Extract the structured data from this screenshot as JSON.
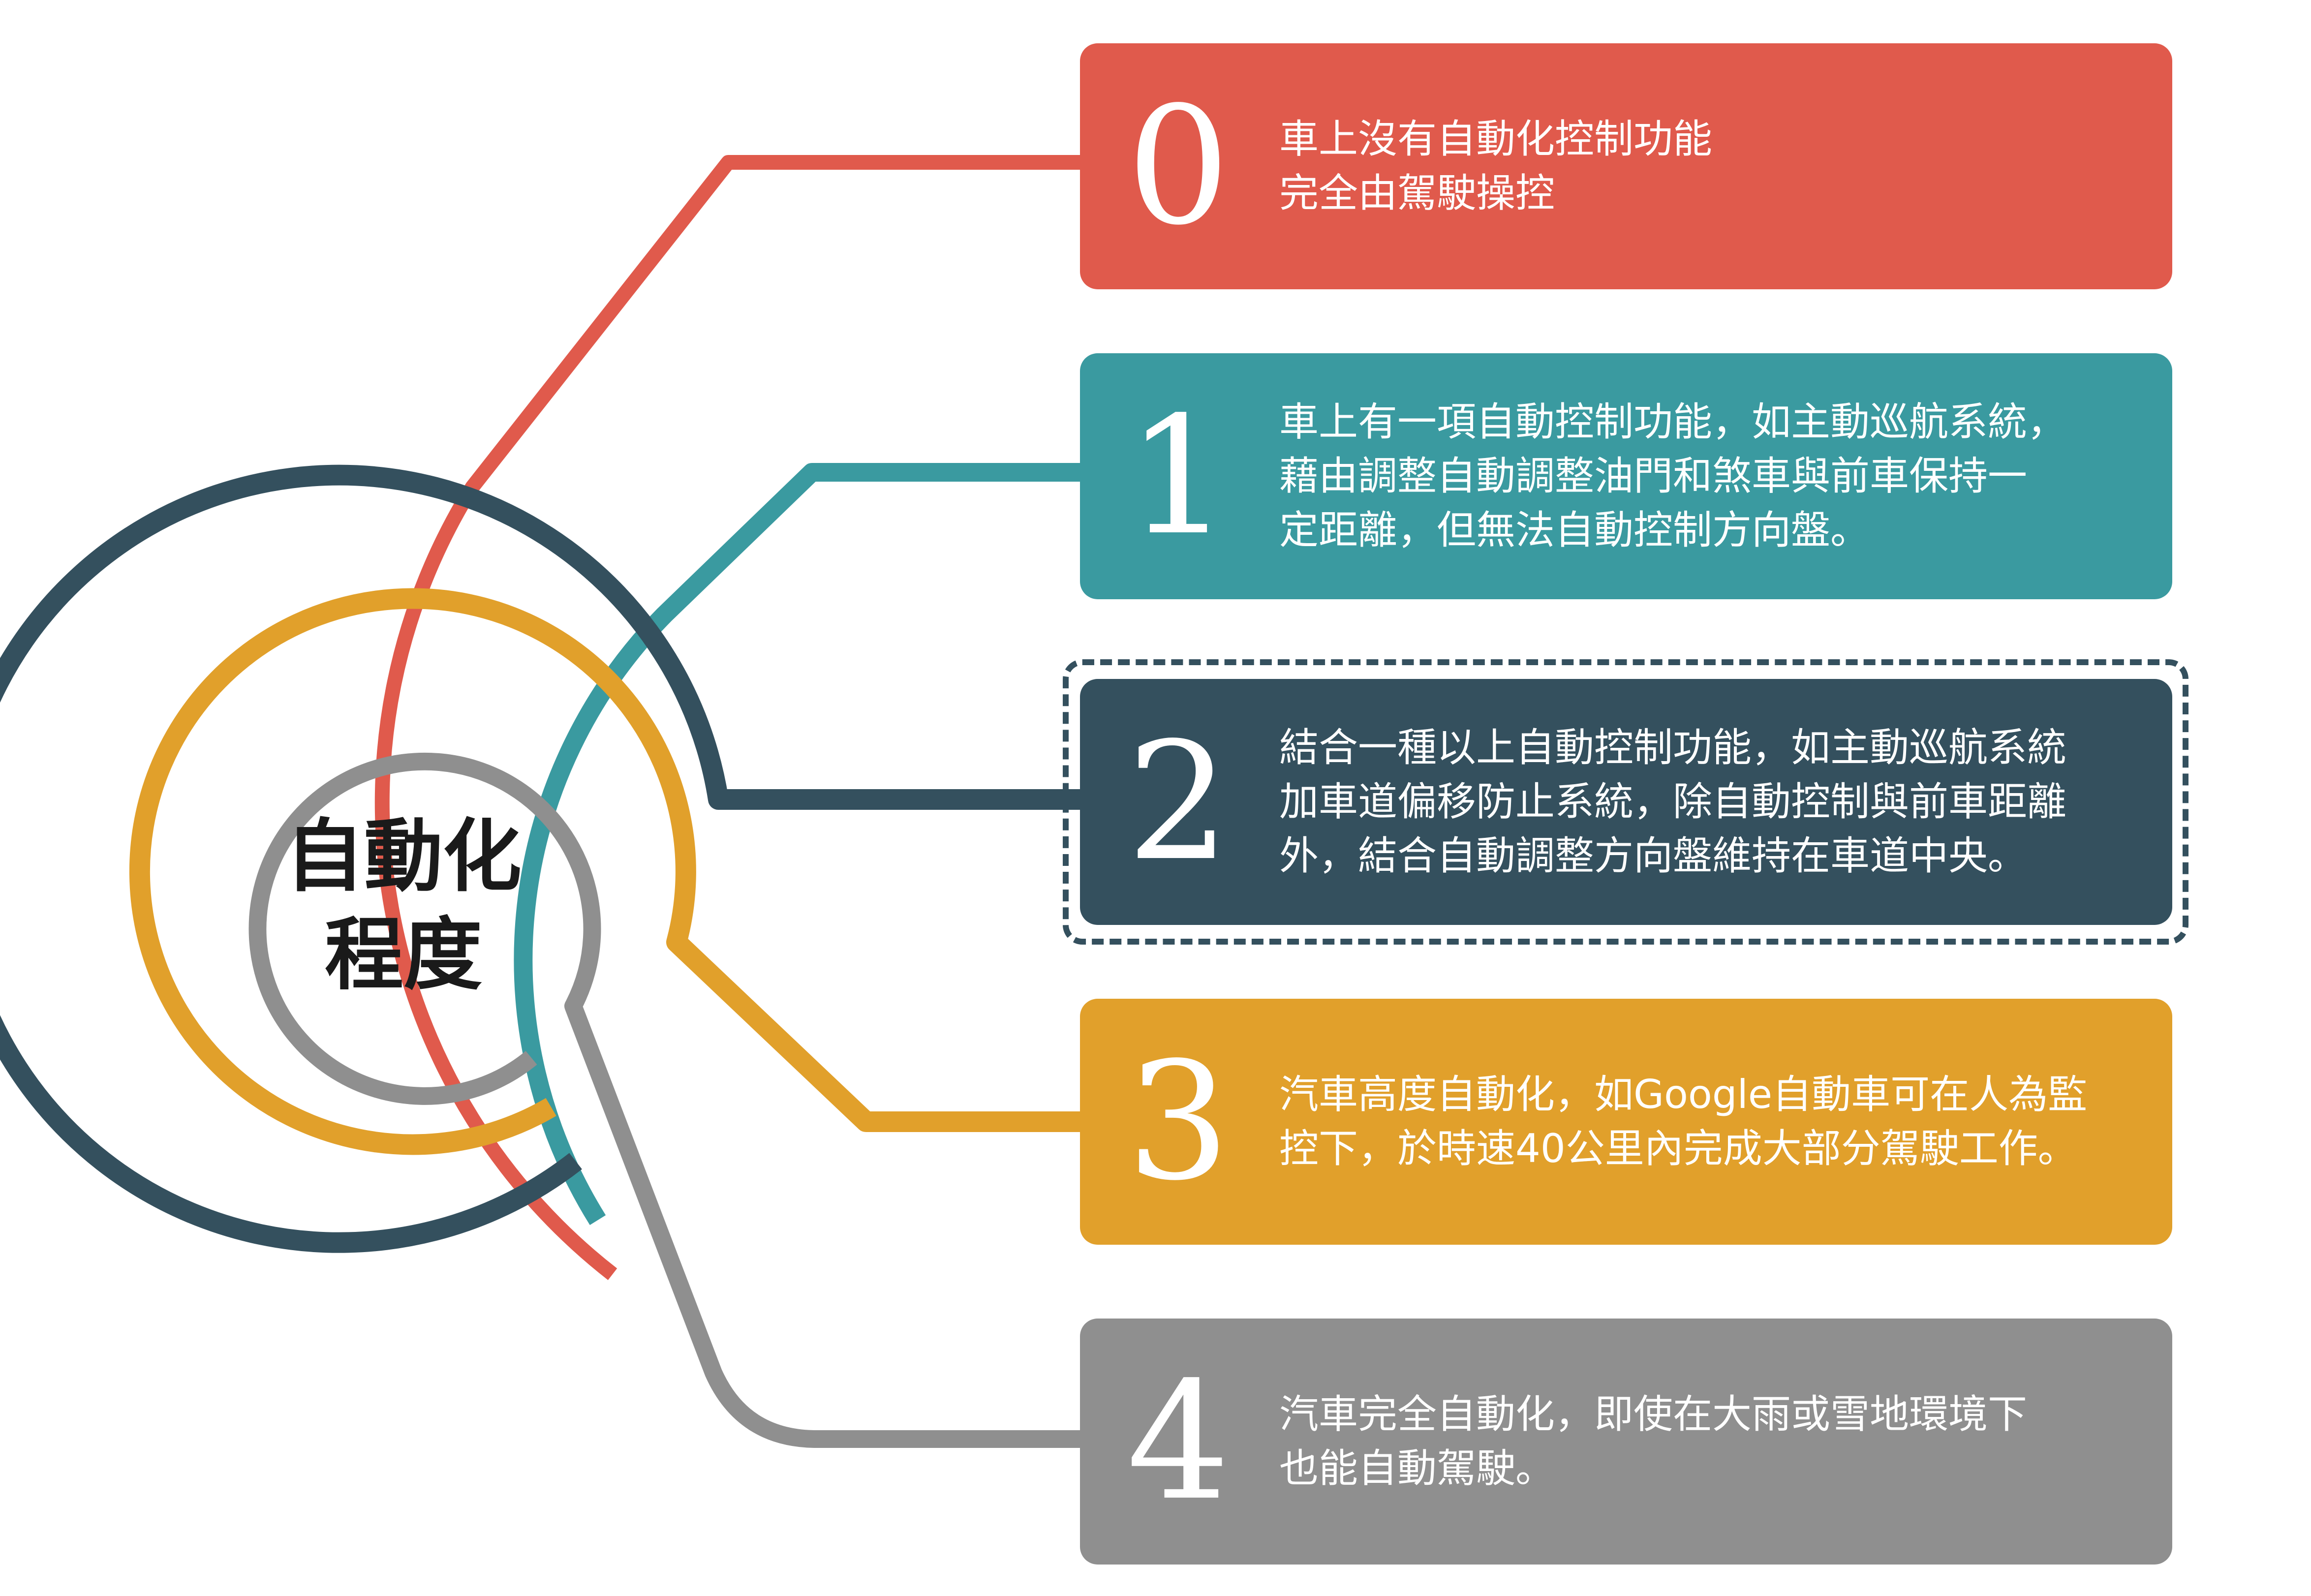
{
  "center": {
    "line1": "自動化",
    "line2": "程度"
  },
  "levels": [
    {
      "number": "0",
      "color": "#e05a4c",
      "lines": [
        "車上沒有自動化控制功能",
        "完全由駕駛操控"
      ]
    },
    {
      "number": "1",
      "color": "#3a9aa0",
      "lines": [
        "車上有一項自動控制功能，如主動巡航系統，",
        "藉由調整自動調整油門和煞車與前車保持一",
        "定距離，但無法自動控制方向盤。"
      ]
    },
    {
      "number": "2",
      "color": "#34505e",
      "lines": [
        "結合一種以上自動控制功能，如主動巡航系統",
        "加車道偏移防止系統，除自動控制與前車距離",
        "外，結合自動調整方向盤維持在車道中央。"
      ]
    },
    {
      "number": "3",
      "color": "#e1a02b",
      "lines": [
        "汽車高度自動化，如Google自動車可在人為監",
        "控下，於時速40公里內完成大部分駕駛工作。"
      ]
    },
    {
      "number": "4",
      "color": "#8f8f8f",
      "lines": [
        "汽車完全自動化，即使在大雨或雪地環境下",
        "也能自動駕駛。"
      ]
    }
  ],
  "highlighted_level": "2"
}
